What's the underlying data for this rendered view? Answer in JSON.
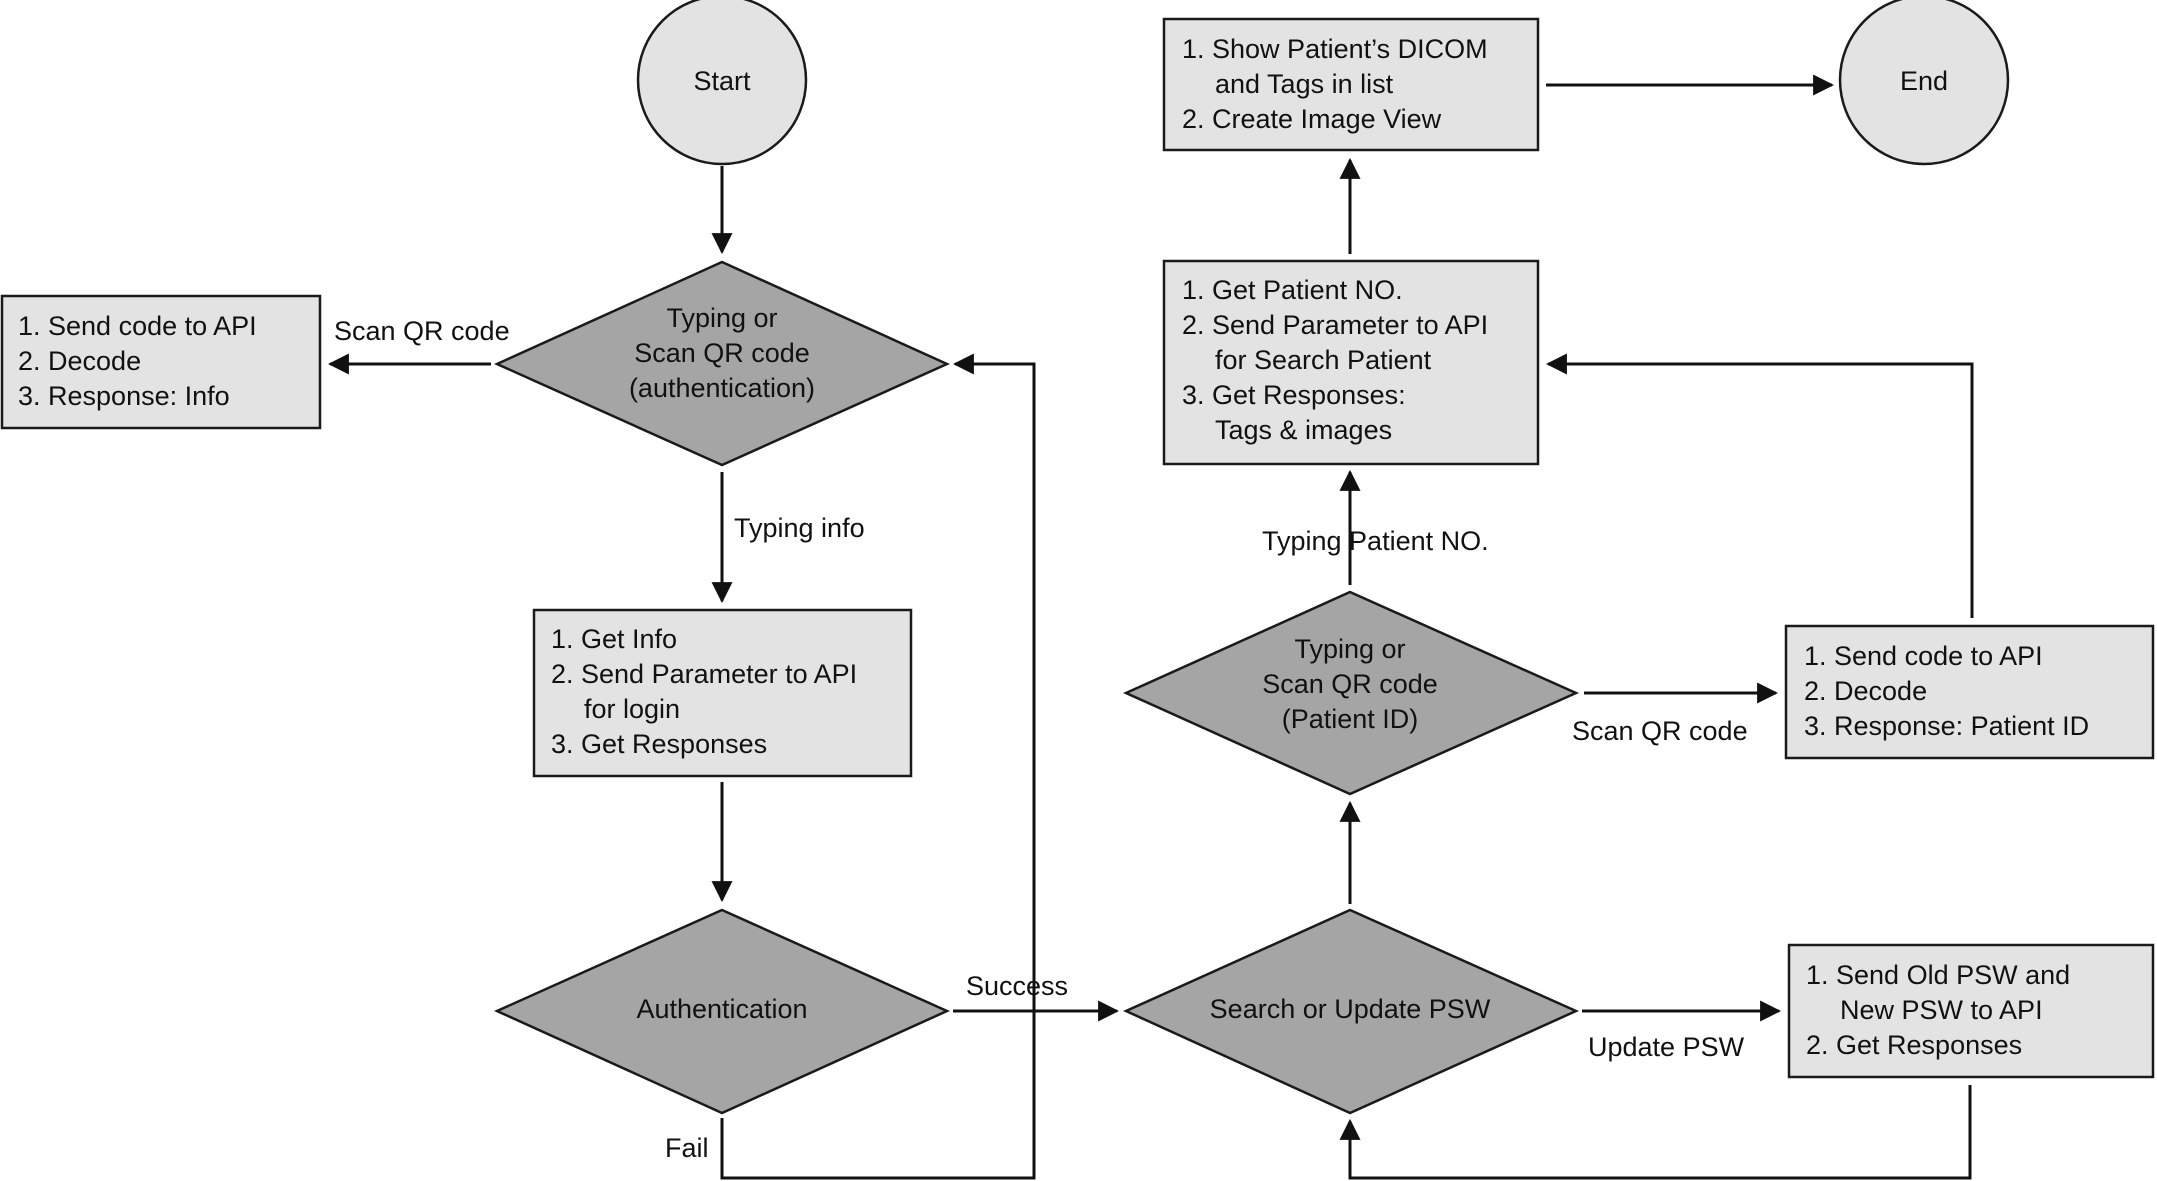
{
  "terminals": {
    "start": "Start",
    "end": "End"
  },
  "decisions": {
    "auth_input": [
      "Typing or",
      "Scan QR code",
      "(authentication)"
    ],
    "authentication": [
      "Authentication"
    ],
    "search_or_update": [
      "Search or Update PSW"
    ],
    "patient_input": [
      "Typing or",
      "Scan QR code",
      "(Patient ID)"
    ]
  },
  "processes": {
    "qr_auth": [
      "1. Send code to API",
      "2. Decode",
      "3. Response: Info"
    ],
    "login": [
      "1. Get Info",
      "2. Send Parameter to API",
      "for login",
      "3. Get Responses"
    ],
    "search_patient": [
      "1. Get Patient NO.",
      "2. Send Parameter to API",
      "for Search Patient",
      "3. Get Responses:",
      "Tags & images"
    ],
    "show_dicom": [
      "1. Show Patient’s DICOM",
      "and Tags in list",
      "2. Create Image View"
    ],
    "qr_patient": [
      "1. Send code to API",
      "2. Decode",
      "3. Response: Patient ID"
    ],
    "update_psw": [
      "1. Send Old PSW and",
      "New PSW to API",
      "2. Get Responses"
    ]
  },
  "edge_labels": {
    "scan_qr_auth": "Scan QR code",
    "typing_info": "Typing  info",
    "success": "Success",
    "fail": "Fail",
    "typing_patient_no": "Typing Patient NO.",
    "scan_qr_patient": "Scan QR code",
    "update_psw": "Update PSW"
  },
  "colors": {
    "process_fill": "#e3e3e3",
    "decision_fill": "#a5a5a5",
    "terminal_fill": "#e3e3e3",
    "stroke": "#1a1a1a"
  }
}
